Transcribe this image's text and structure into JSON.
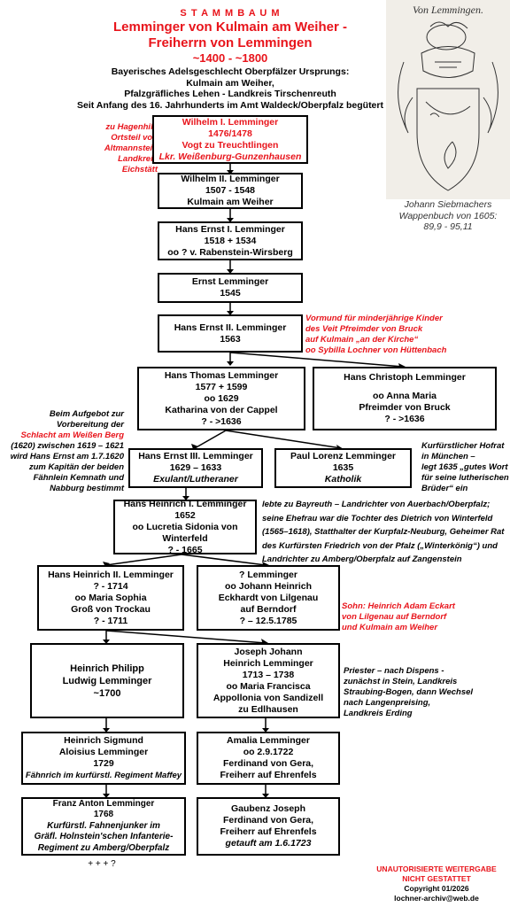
{
  "header": {
    "title1": "S T A M M B A U M",
    "title2": "Lemminger von Kulmain am Weiher -",
    "title3": "Freiherrn von Lemmingen",
    "title4": "~1400 - ~1800",
    "info1": "Bayerisches  Adelsgeschlecht  Oberpfälzer Ursprungs:",
    "info2": "Kulmain am Weiher,",
    "info3": "Pfalzgräfliches Lehen - Landkreis Tirschenreuth",
    "info4": "Seit Anfang  des 16. Jahrhunderts  im Amt Waldeck/Oberpfalz begütert"
  },
  "crest": {
    "caption_top": "Von Lemmingen.",
    "caption1": "Johann  Siebmachers",
    "caption2": "Wappenbuch von 1605:",
    "caption3": "89,9 - 95,11"
  },
  "boxes": {
    "wilhelm1": {
      "l1": "Wilhelm I. Lemminger",
      "l2": "1476/1478",
      "l3": "Vogt zu Treuchtlingen",
      "l4": "Lkr. Weißenburg-Gunzenhausen"
    },
    "wilhelm2": {
      "l1": "Wilhelm II. Lemminger",
      "l2": "1507  - 1548",
      "l3": "Kulmain am Weiher"
    },
    "hansernst1": {
      "l1": "Hans Ernst  I. Lemminger",
      "l2": "1518 + 1534",
      "l3": "oo ? v. Rabenstein-Wirsberg"
    },
    "ernst": {
      "l1": "Ernst  Lemminger",
      "l2": "1545"
    },
    "hansernst2": {
      "l1": "Hans Ernst  II. Lemminger",
      "l2": "1563"
    },
    "hansthomas": {
      "l1": "Hans Thomas Lemminger",
      "l2": "1577  + 1599",
      "l3": "oo 1629",
      "l4": "Katharina von der Cappel",
      "l5": "? - >1636"
    },
    "hanschristoph": {
      "l1": "Hans Christoph  Lemminger",
      "l2": "oo Anna Maria",
      "l3": "Pfreimder von Bruck",
      "l4": "? - >1636"
    },
    "hansernst3": {
      "l1": "Hans Ernst  III. Lemminger",
      "l2": "1629  – 1633",
      "l3": "Exulant/Lutheraner"
    },
    "paullorenz": {
      "l1": "Paul Lorenz Lemminger",
      "l2": "1635",
      "l3": "Katholik"
    },
    "hansheinrich1": {
      "l1": "Hans Heinrich I. Lemminger",
      "l2": "1652",
      "l3": "oo Lucretia Sidonia von Winterfeld",
      "l4": "? - 1665"
    },
    "hansheinrich2": {
      "l1": "Hans Heinrich II. Lemminger",
      "l2": "? - 1714",
      "l3": "oo Maria Sophia",
      "l4": "Groß von Trockau",
      "l5": "? - 1711"
    },
    "unknown": {
      "l1": "? Lemminger",
      "l2": "oo Johann Heinrich",
      "l3": "Eckhardt von Lilgenau",
      "l4": "auf Berndorf",
      "l5": "? – 12.5.1785"
    },
    "heinrichphilipp": {
      "l1": "Heinrich Philipp",
      "l2": "Ludwig Lemminger",
      "l3": "~1700"
    },
    "josephjohann": {
      "l1": "Joseph Johann",
      "l2": "Heinrich Lemminger",
      "l3": "1713  – 1738",
      "l4": "oo Maria Francisca",
      "l5": "Appollonia von  Sandizell",
      "l6": "zu Edlhausen"
    },
    "heinrichsigmund": {
      "l1": "Heinrich Sigmund",
      "l2": "Aloisius Lemminger",
      "l3": "1729",
      "l4": "Fähnrich im kurfürstl. Regiment Maffey"
    },
    "amalia": {
      "l1": "Amalia Lemminger",
      "l2": "oo 2.9.1722",
      "l3": "Ferdinand von Gera,",
      "l4": "Freiherr auf Ehrenfels"
    },
    "franzanton": {
      "l1": "Franz Anton Lemminger",
      "l2": "1768",
      "l3": "Kurfürstl. Fahnenjunker im",
      "l4": "Gräfl. Holnstein'schen Infanterie-",
      "l5": "Regiment zu Amberg/Oberpfalz"
    },
    "gaubenz": {
      "l1": "Gaubenz Joseph",
      "l2": "Ferdinand von Gera,",
      "l3": "Freiherr auf Ehrenfels",
      "l4": "getauft am 1.6.1723"
    }
  },
  "notes": {
    "hagenhill": {
      "l1": "zu Hagenhill,",
      "l2": "Ortsteil von",
      "l3": "Altmannstein",
      "l4": "Landkreis Eichstätt"
    },
    "vormund": {
      "l1": "Vormund für minderjährige Kinder",
      "l2": "des Veit Pfreimder von Bruck",
      "l3": "auf Kulmain „an der Kirche“",
      "l4": "oo Sybilla Lochner von Hüttenbach"
    },
    "aufgebot": {
      "l1": "Beim Aufgebot zur",
      "l2": "Vorbereitung der",
      "l3": "Schlacht am Weißen Berg",
      "l4": "(1620) zwischen 1619 – 1621",
      "l5": "wird Hans Ernst am 1.7.1620",
      "l6": "zum Kapitän der beiden",
      "l7": "Fähnlein Kemnath und",
      "l8": "Nabburg bestimmt"
    },
    "hofrat": {
      "l1": "Kurfürstlicher Hofrat",
      "l2": "in München –",
      "l3": "legt 1635 „gutes Wort",
      "l4": "für seine lutherischen",
      "l5": "Brüder“ ein"
    },
    "bayreuth": {
      "l1": "lebte zu Bayreuth – Landrichter von Auerbach/Oberpfalz;",
      "l2": "seine Ehefrau war die Tochter des Dietrich von Winterfeld",
      "l3": "(1565–1618), Statthalter der Kurpfalz-Neuburg, Geheimer Rat",
      "l4": "des Kurfürsten Friedrich von der Pfalz („Winterkönig“) und",
      "l5": "Landrichter zu Amberg/Oberpfalz auf Zangenstein"
    },
    "sohn": {
      "l1": "Sohn: Heinrich Adam Eckart",
      "l2": "von Lilgenau auf Berndorf",
      "l3": "und Kulmain am Weiher"
    },
    "priester": {
      "l1": "Priester – nach Dispens -",
      "l2": "zunächst in Stein, Landkreis",
      "l3": "Straubing-Bogen,  dann Wechsel",
      "l4": "nach Langenpreising,",
      "l5": "Landkreis Erding"
    },
    "plus": "+ + + ?"
  },
  "copyright": {
    "l1": "UNAUTORISIERTE  WEITERGABE",
    "l2": "NICHT GESTATTET",
    "l3": "Copyright 01/2026",
    "l4": "lochner-archiv@web.de"
  },
  "colors": {
    "accent_red": "#e8141b",
    "line": "#000000"
  }
}
